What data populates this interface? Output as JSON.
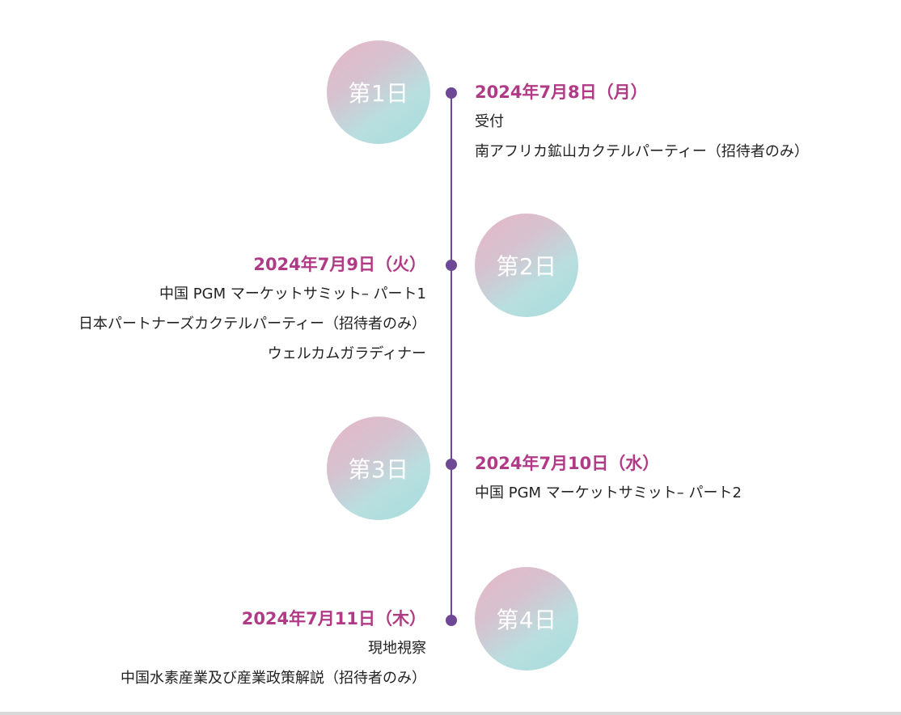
{
  "colors": {
    "timeline": "#6e4795",
    "date": "#b03a86",
    "text": "#222222",
    "circle_gradient": [
      "#e6b6c6",
      "#a6dcdc"
    ]
  },
  "days": [
    {
      "label": "第1日",
      "date": "2024年7月8日（月）",
      "items": [
        "受付",
        "南アフリカ鉱山カクテルパーティー（招待者のみ）"
      ]
    },
    {
      "label": "第2日",
      "date": "2024年7月9日（火）",
      "items": [
        "中国 PGM マーケットサミット– パート1",
        "日本パートナーズカクテルパーティー（招待者のみ）",
        "ウェルカムガラディナー"
      ]
    },
    {
      "label": "第3日",
      "date": "2024年7月10日（水）",
      "items": [
        "中国 PGM マーケットサミット– パート2"
      ]
    },
    {
      "label": "第4日",
      "date": "2024年7月11日（木）",
      "items": [
        "現地視察",
        "中国水素産業及び産業政策解説（招待者のみ）"
      ]
    }
  ]
}
